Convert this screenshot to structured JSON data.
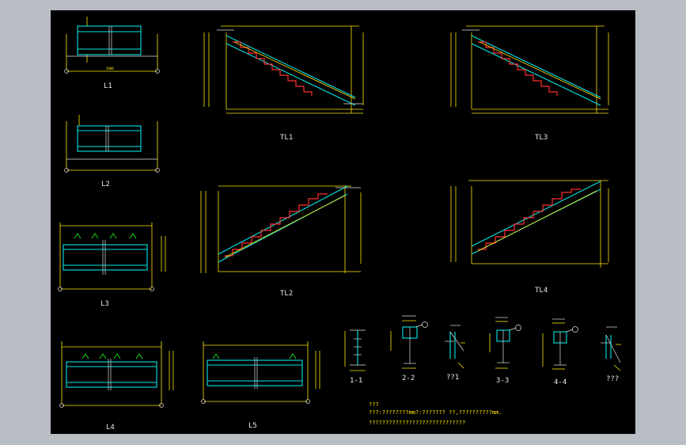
{
  "colors": {
    "background": "#000000",
    "frame": "#b9bdc4",
    "dimension": "#ffe600",
    "member": "#00e5e5",
    "stair": "#ff3030",
    "weld": "#19d819",
    "text": "#e8e8e8"
  },
  "beams": [
    {
      "label": "L1"
    },
    {
      "label": "L2"
    },
    {
      "label": "L3"
    },
    {
      "label": "L4"
    },
    {
      "label": "L5"
    }
  ],
  "stairs": [
    {
      "label": "TL1"
    },
    {
      "label": "TL3"
    },
    {
      "label": "TL2"
    },
    {
      "label": "TL4"
    }
  ],
  "sections": [
    {
      "label": "1-1"
    },
    {
      "label": "2-2"
    },
    {
      "label": "??1"
    },
    {
      "label": "3-3"
    },
    {
      "label": "4-4"
    },
    {
      "label": "???"
    }
  ],
  "notes": {
    "title": "???",
    "line1": "???:????????mm?:???????   ??,??????????mm.",
    "line2": "?????????????????????????????"
  }
}
